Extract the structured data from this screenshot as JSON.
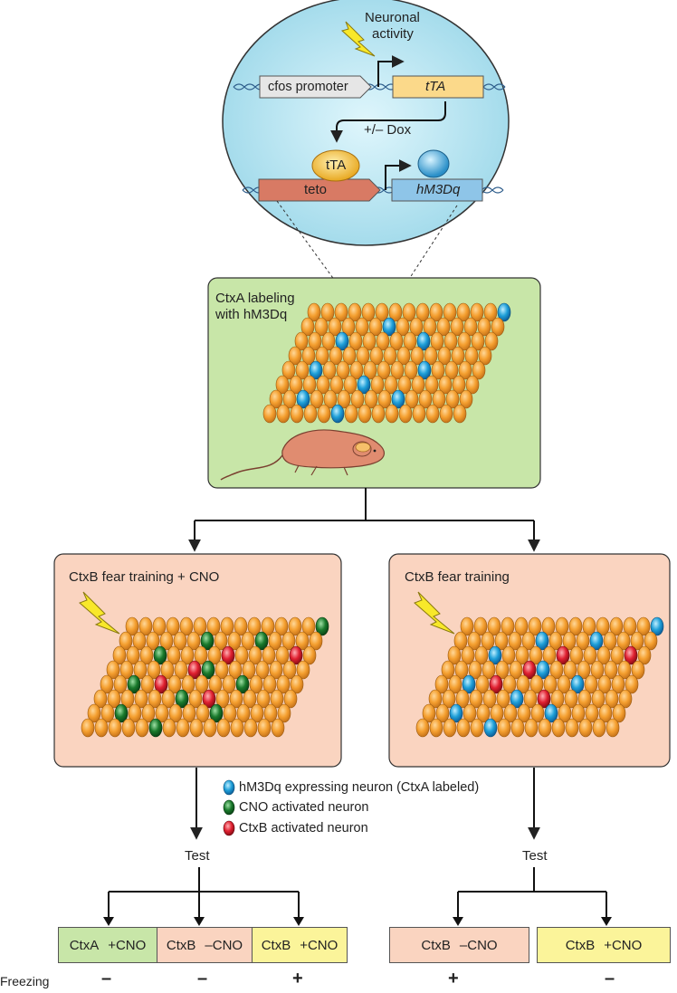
{
  "zoom": {
    "activity_label_line1": "Neuronal",
    "activity_label_line2": "activity",
    "promoter_label": "cfos promoter",
    "tta_gene_label": "tTA",
    "dox_label": "+/– Dox",
    "tta_protein_label": "tTA",
    "teto_label": "teto",
    "hm3dq_gene_label": "hM3Dq"
  },
  "panel_ctxa": {
    "title_line1": "CtxA labeling",
    "title_line2": "with hM3Dq"
  },
  "panel_left": {
    "title": "CtxB fear training + CNO"
  },
  "panel_right": {
    "title": "CtxB fear training"
  },
  "legend": {
    "items": [
      {
        "label": "hM3Dq expressing neuron (CtxA labeled)",
        "color": "#1e9fd8"
      },
      {
        "label": "CNO activated neuron",
        "color": "#1a7a2c"
      },
      {
        "label": "CtxB activated neuron",
        "color": "#e02030"
      }
    ]
  },
  "test_left": "Test",
  "test_right": "Test",
  "conditions": [
    {
      "ctx": "CtxA",
      "cno": "+CNO",
      "freezing": "–",
      "color": "#c8e6a8"
    },
    {
      "ctx": "CtxB",
      "cno": "–CNO",
      "freezing": "–",
      "color": "#fad4c0"
    },
    {
      "ctx": "CtxB",
      "cno": "+CNO",
      "freezing": "+",
      "color": "#fbf49a"
    },
    {
      "ctx": "CtxB",
      "cno": "–CNO",
      "freezing": "+",
      "color": "#fad4c0"
    },
    {
      "ctx": "CtxB",
      "cno": "+CNO",
      "freezing": "–",
      "color": "#fbf49a"
    }
  ],
  "freezing_label": "Freezing",
  "colors": {
    "neuron": "#f5a030",
    "hm3dq": "#1e9fd8",
    "cno": "#1a7a2c",
    "ctxb": "#e02030",
    "panel_green": "#c8e6a8",
    "panel_pink": "#fad4c0",
    "zoom_bg": "#c6ecf6"
  }
}
